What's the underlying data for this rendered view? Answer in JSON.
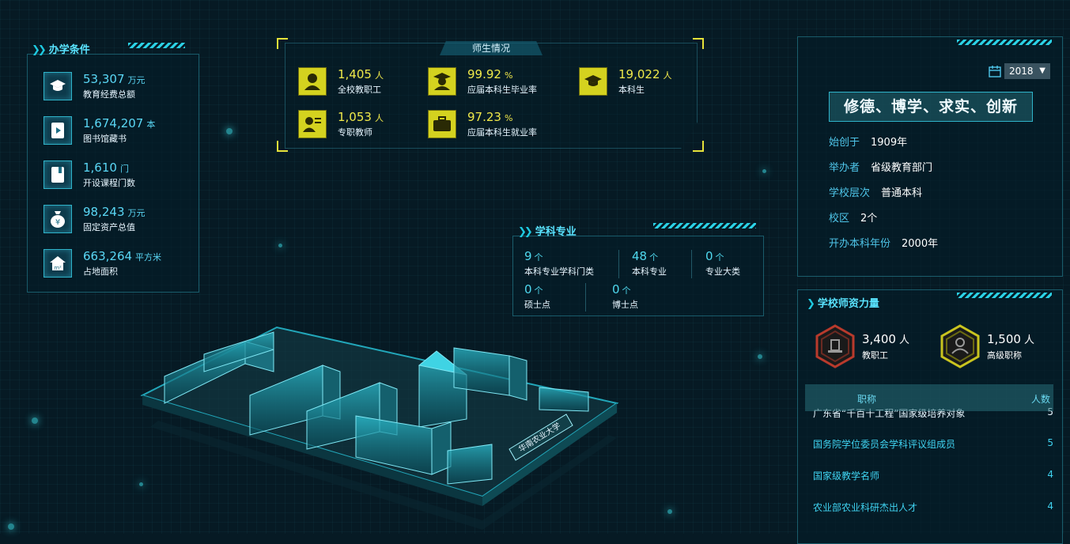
{
  "left_panel": {
    "title": "办学条件",
    "items": [
      {
        "value": "53,307",
        "unit": "万元",
        "label": "教育经费总额",
        "icon": "graduation-cap-icon"
      },
      {
        "value": "1,674,207",
        "unit": "本",
        "label": "图书馆藏书",
        "icon": "book-icon"
      },
      {
        "value": "1,610",
        "unit": "门",
        "label": "开设课程门数",
        "icon": "course-book-icon"
      },
      {
        "value": "98,243",
        "unit": "万元",
        "label": "固定资产总值",
        "icon": "money-bag-icon"
      },
      {
        "value": "663,264",
        "unit": "平方米",
        "label": "占地面积",
        "icon": "building-area-icon"
      }
    ]
  },
  "center_panel": {
    "title": "师生情况",
    "items": [
      {
        "value": "1,405",
        "unit": "人",
        "label": "全校教职工",
        "icon": "staff-icon"
      },
      {
        "value": "99.92",
        "unit": "%",
        "label": "应届本科生毕业率",
        "icon": "graduate-icon"
      },
      {
        "value": "19,022",
        "unit": "人",
        "label": "本科生",
        "icon": "mortarboard-icon"
      },
      {
        "value": "1,053",
        "unit": "人",
        "label": "专职教师",
        "icon": "teacher-icon"
      },
      {
        "value": "97.23",
        "unit": "%",
        "label": "应届本科生就业率",
        "icon": "briefcase-icon"
      }
    ]
  },
  "subject_panel": {
    "title": "学科专业",
    "items": [
      {
        "value": "9",
        "unit": "个",
        "label": "本科专业学科门类"
      },
      {
        "value": "48",
        "unit": "个",
        "label": "本科专业"
      },
      {
        "value": "0",
        "unit": "个",
        "label": "专业大类"
      },
      {
        "value": "0",
        "unit": "个",
        "label": "硕士点"
      },
      {
        "value": "0",
        "unit": "个",
        "label": "博士点"
      }
    ]
  },
  "info_panel": {
    "year": "2018",
    "motto": "修德、博学、求实、创新",
    "rows": [
      {
        "key": "始创于",
        "value": "1909年"
      },
      {
        "key": "举办者",
        "value": "省级教育部门"
      },
      {
        "key": "学校层次",
        "value": "普通本科"
      },
      {
        "key": "校区",
        "value": "2个"
      },
      {
        "key": "开办本科年份",
        "value": "2000年"
      }
    ]
  },
  "teacher_panel": {
    "title": "学校师资力量",
    "stats": [
      {
        "value": "3,400",
        "unit": "人",
        "label": "教职工",
        "color": "#c0392b"
      },
      {
        "value": "1,500",
        "unit": "人",
        "label": "高级职称",
        "color": "#c9c41f"
      }
    ],
    "table": {
      "col_title": "职称",
      "col_count": "人数",
      "rows": [
        {
          "title": "广东省“千百十工程”国家级培养对象",
          "count": "5"
        },
        {
          "title": "国务院学位委员会学科评议组成员",
          "count": "5"
        },
        {
          "title": "国家级教学名师",
          "count": "4"
        },
        {
          "title": "农业部农业科研杰出人才",
          "count": "4"
        }
      ]
    }
  },
  "campus": {
    "sign": "华南农业大学"
  }
}
